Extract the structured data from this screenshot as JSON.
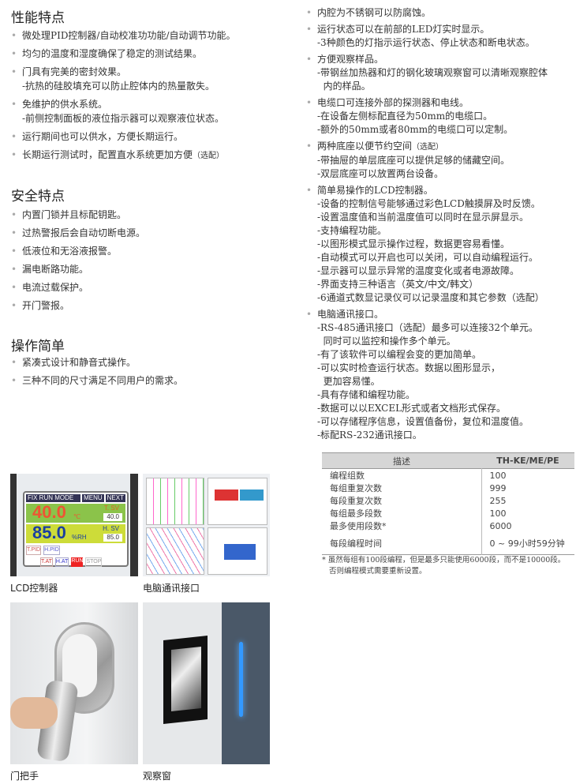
{
  "performance": {
    "title": "性能特点",
    "items": [
      {
        "text": "微处理PID控制器/自动校准功功能/自动调节功能。"
      },
      {
        "text": "均匀的温度和湿度确保了稳定的测试结果。"
      },
      {
        "text": "门具有完美的密封效果。",
        "subs": [
          "-抗热的硅胶填充可以防止腔体内的热量散失。"
        ]
      },
      {
        "text": "免维护的供水系统。",
        "subs": [
          "-前侧控制面板的液位指示器可以观察液位状态。"
        ]
      },
      {
        "text": "运行期间也可以供水，方便长期运行。"
      },
      {
        "text": "长期运行测试时，配置直水系统更加方便",
        "note": "（选配）"
      }
    ]
  },
  "safety": {
    "title": "安全特点",
    "items": [
      {
        "text": "内置门锁并且标配钥匙。"
      },
      {
        "text": "过热警报后会自动切断电源。"
      },
      {
        "text": "低液位和无浴液报警。"
      },
      {
        "text": "漏电断路功能。"
      },
      {
        "text": "电流过载保护。"
      },
      {
        "text": "开门警报。"
      }
    ]
  },
  "operation": {
    "title": "操作简单",
    "items": [
      {
        "text": "紧凑式设计和静音式操作。"
      },
      {
        "text": "三种不同的尺寸满足不同用户的需求。"
      }
    ]
  },
  "right": {
    "items": [
      {
        "text": "内腔为不锈钢可以防腐蚀。"
      },
      {
        "text": "运行状态可以在前部的LED灯实时显示。",
        "subs": [
          "-3种颜色的灯指示运行状态、停止状态和断电状态。"
        ]
      },
      {
        "text": "方便观察样品。",
        "subs": [
          "-带钢丝加热器和灯的钢化玻璃观察窗可以清晰观察腔体",
          "  内的样品。"
        ]
      },
      {
        "text": "电缆口可连接外部的探测器和电线。",
        "subs": [
          "-在设备左侧标配直径为50mm的电缆口。",
          "-额外的50mm或者80mm的电缆口可以定制。"
        ]
      },
      {
        "text": "两种底座以便节约空间",
        "note": "（选配）",
        "subs": [
          "-带抽屉的单层底座可以提供足够的储藏空间。",
          "-双层底座可以放置两台设备。"
        ]
      },
      {
        "text": "简单易操作的LCD控制器。",
        "subs": [
          "-设备的控制信号能够通过彩色LCD触摸屏及时反馈。",
          "-设置温度值和当前温度值可以同时在显示屏显示。",
          "-支持编程功能。",
          "-以图形模式显示操作过程，数据更容易看懂。",
          "-自动模式可以开启也可以关闭，可以自动编程运行。",
          "-显示器可以显示异常的温度变化或者电源故障。",
          "-界面支持三种语言（英文/中文/韩文）",
          "-6通道式数显记录仪可以记录温度和其它参数（选配）"
        ]
      },
      {
        "text": "电脑通讯接口。",
        "subs": [
          "-RS-485通讯接口（选配）最多可以连接32个单元。",
          "  同时可以监控和操作多个单元。",
          "-有了该软件可以编程会变的更加简单。",
          "-可以实时检查运行状态。数据以图形显示，",
          "  更加容易懂。",
          "-具有存储和编程功能。",
          "-数据可以以EXCEL形式或者文档形式保存。",
          "-可以存储程序信息，设置值备份，复位和温度值。",
          "-标配RS-232通讯接口。"
        ]
      }
    ]
  },
  "table": {
    "headers": [
      "描述",
      "TH-KE/ME/PE"
    ],
    "rows": [
      [
        "编程组数",
        "100"
      ],
      [
        "每组重复次数",
        "999"
      ],
      [
        "每段重复次数",
        "255"
      ],
      [
        "每组最多段数",
        "100"
      ],
      [
        "最多使用段数*",
        "6000"
      ],
      [
        "每段编程时间",
        "0 ~ 99小时59分钟"
      ]
    ],
    "footnote": [
      "* 虽然每组有100段编程，但是最多只能使用6000段，而不是10000段。",
      "否则编程模式需要重新设置。"
    ]
  },
  "lcd": {
    "mode": "FIX RUN  MODE",
    "menu": "MENU",
    "next": "NEXT",
    "temp": "40.0",
    "temp_unit": "℃",
    "tsv": "T. SV",
    "tsv_val": "40.0",
    "hum": "85.0",
    "hum_unit": "%RH",
    "hsv": "H. SV",
    "hsv_val": "85.0",
    "tpid": "T.PID",
    "hpid": "H.PID",
    "tat": "T.AT",
    "hat": "H.AT",
    "run": "RUN",
    "stop": "STOP"
  },
  "captions": [
    "LCD控制器",
    "电脑通讯接口",
    "门把手",
    "观察窗"
  ]
}
